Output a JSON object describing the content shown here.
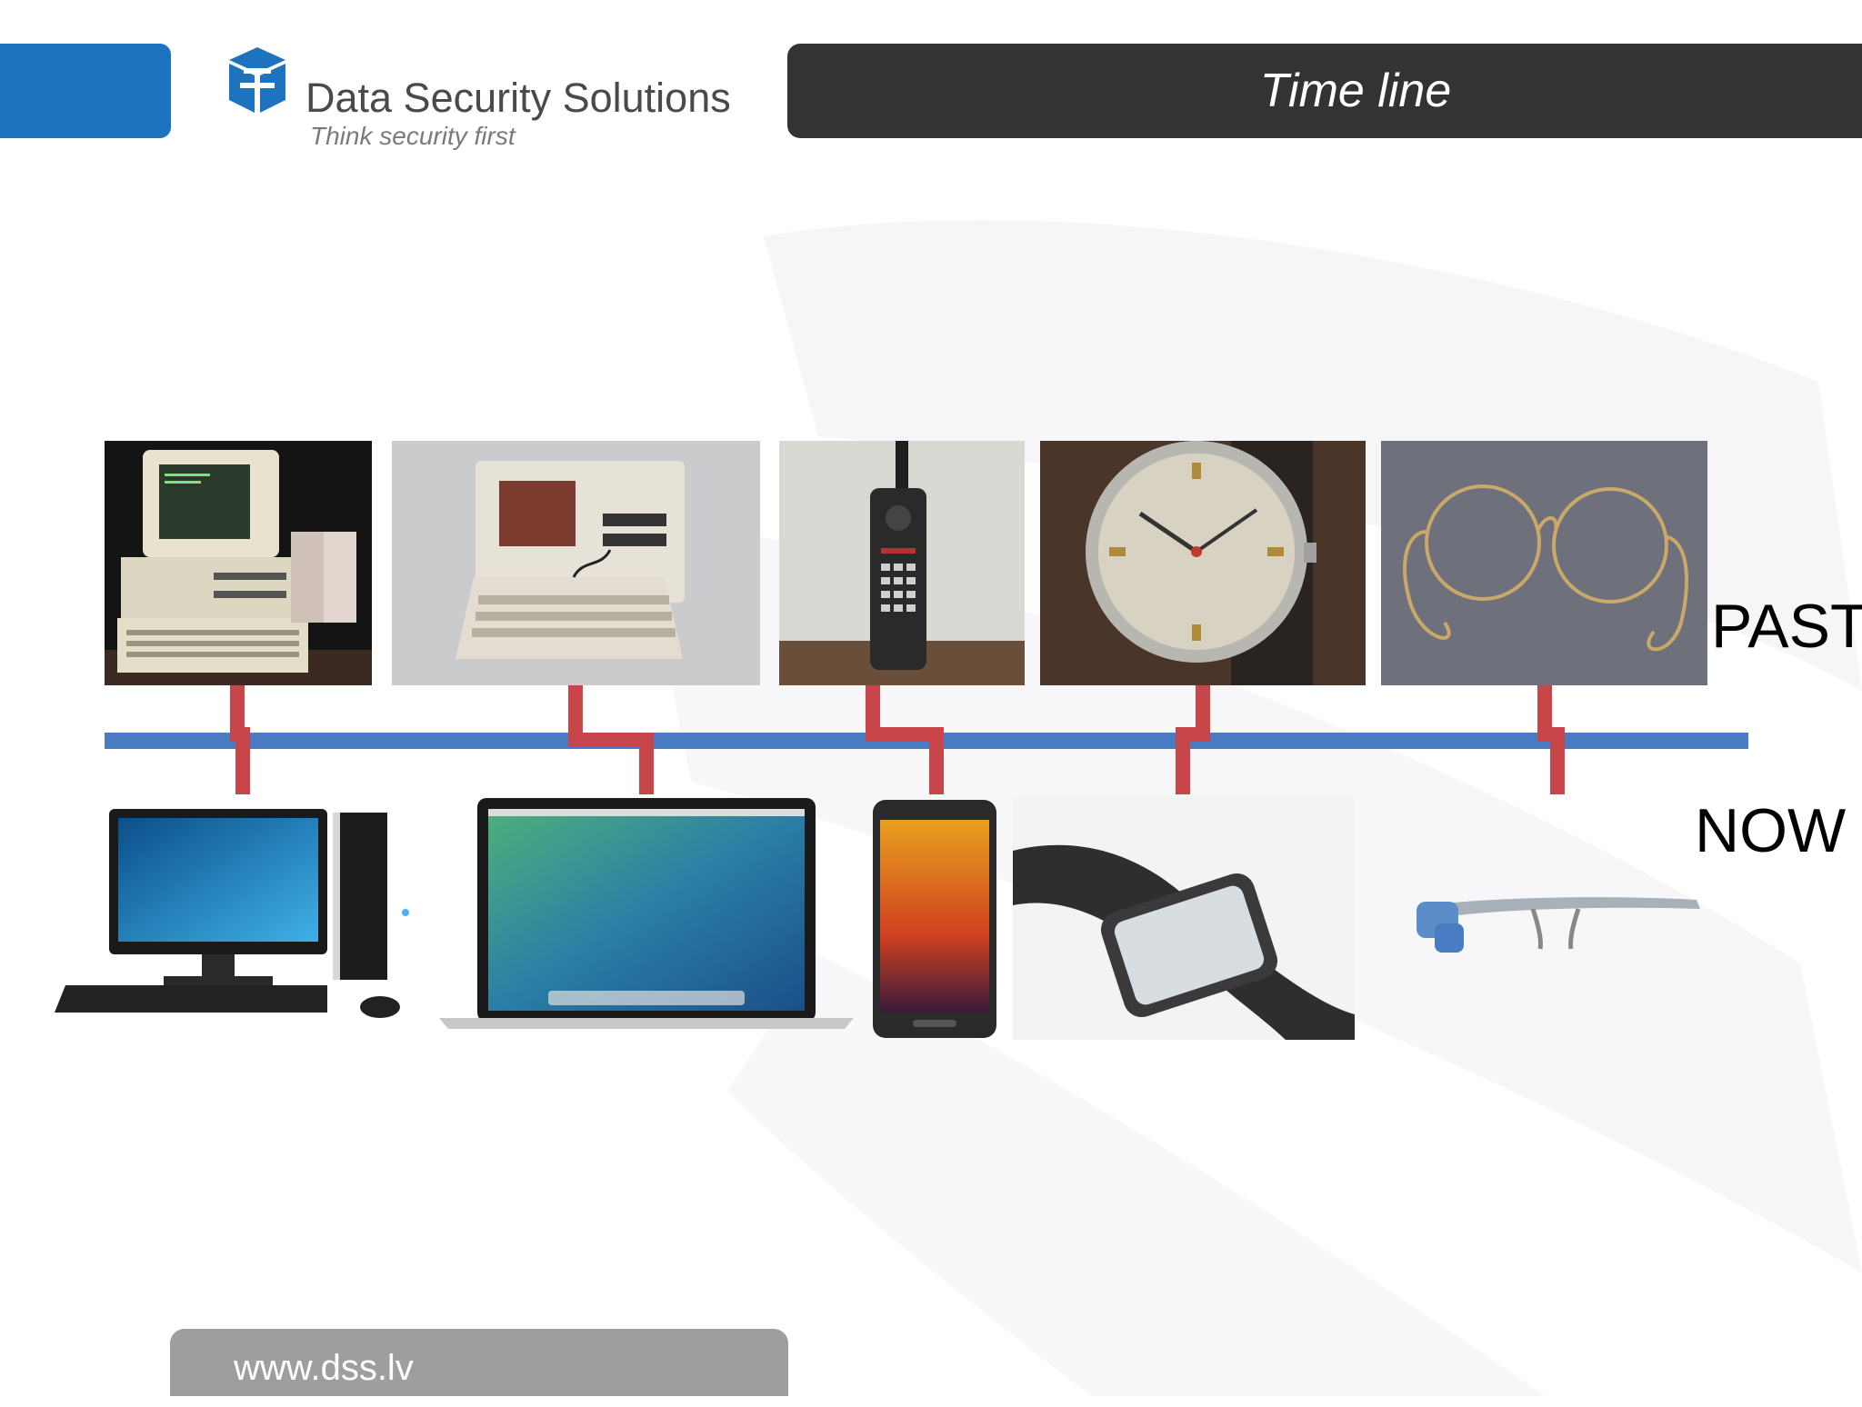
{
  "header": {
    "title": "Time line",
    "logo_name": "Data Security Solutions",
    "logo_tagline": "Think security first"
  },
  "timeline": {
    "past_label": "PAST",
    "now_label": "NOW",
    "past_items": [
      "IBM PC desktop computer",
      "IBM portable computer",
      "Motorola DynaTAC brick phone",
      "Doxa analog wristwatch",
      "Round wire-rim eyeglasses"
    ],
    "now_items": [
      "Modern desktop computer",
      "MacBook laptop",
      "Samsung smartphone",
      "Smartwatch",
      "Google Glass"
    ]
  },
  "footer": {
    "url": "www.dss.lv"
  },
  "colors": {
    "brand_blue": "#1e73be",
    "title_bar": "#333333",
    "timeline_blue": "#4a7cc4",
    "connector_red": "#c8454a",
    "footer_gray": "#9e9e9e"
  }
}
